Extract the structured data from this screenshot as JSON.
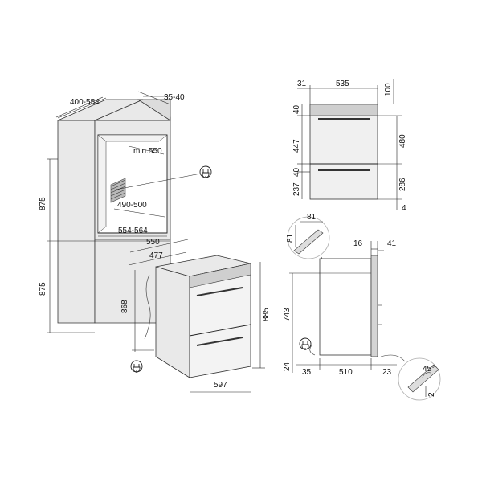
{
  "labels": {
    "cab_depth": "400-554",
    "cab_top": "35-40",
    "cab_h_upper": "875",
    "cab_h_lower": "875",
    "niche_min": "min.550",
    "niche_h": "490-500",
    "niche_w": "554-564",
    "oven_depth": "550",
    "oven_inner_depth": "477",
    "oven_h_left": "868",
    "oven_h_right": "885",
    "oven_w": "597",
    "front_31": "31",
    "front_535": "535",
    "front_100": "100",
    "front_40a": "40",
    "front_447": "447",
    "front_480": "480",
    "front_237": "237",
    "front_40b": "40",
    "front_286": "286",
    "front_4": "4",
    "det_81a": "81",
    "det_81b": "81",
    "side_16": "16",
    "side_41": "41",
    "side_743": "743",
    "side_24": "24",
    "side_35": "35",
    "side_510": "510",
    "side_23": "23",
    "corner_45": "45°",
    "corner_2": "2"
  },
  "icons": [
    "plug-icon"
  ]
}
